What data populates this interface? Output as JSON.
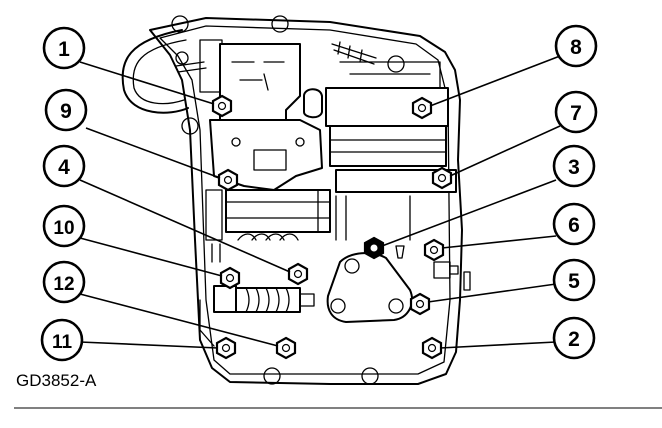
{
  "figure": {
    "code": "GD3852-A",
    "callouts": [
      {
        "id": "c1",
        "label": "1"
      },
      {
        "id": "c2",
        "label": "2"
      },
      {
        "id": "c3",
        "label": "3"
      },
      {
        "id": "c4",
        "label": "4"
      },
      {
        "id": "c5",
        "label": "5"
      },
      {
        "id": "c6",
        "label": "6"
      },
      {
        "id": "c7",
        "label": "7"
      },
      {
        "id": "c8",
        "label": "8"
      },
      {
        "id": "c9",
        "label": "9"
      },
      {
        "id": "c10",
        "label": "10"
      },
      {
        "id": "c11",
        "label": "11"
      },
      {
        "id": "c12",
        "label": "12"
      }
    ]
  }
}
